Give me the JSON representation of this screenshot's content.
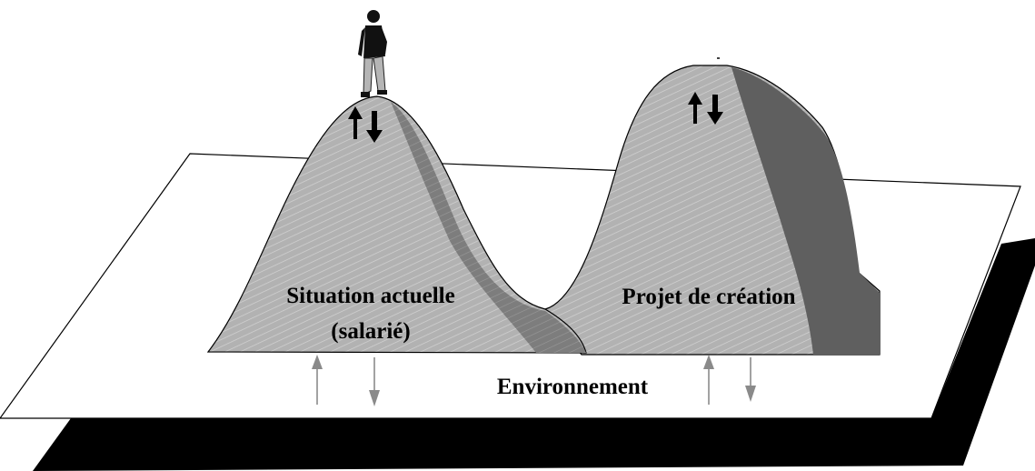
{
  "labels": {
    "left_mountain_line1": "Situation actuelle",
    "left_mountain_line2": "(salarié)",
    "right_mountain": "Projet de création",
    "ground": "Environnement"
  },
  "colors": {
    "mountain_light": "#b2b2b2",
    "mountain_shadow": "#7d7d7d",
    "mountain_dark_face": "#5f5f5f",
    "plane_shadow": "#000000",
    "plane": "#ffffff",
    "outline": "#000000",
    "ground_arrows": "#8a8a8a"
  },
  "icons": {
    "person": "person-standing-icon",
    "left_peak_arrows": "up-down-arrows-icon",
    "right_peak_arrows": "up-down-arrows-icon",
    "ground_arrows": "vertical-exchange-arrows-icon"
  }
}
